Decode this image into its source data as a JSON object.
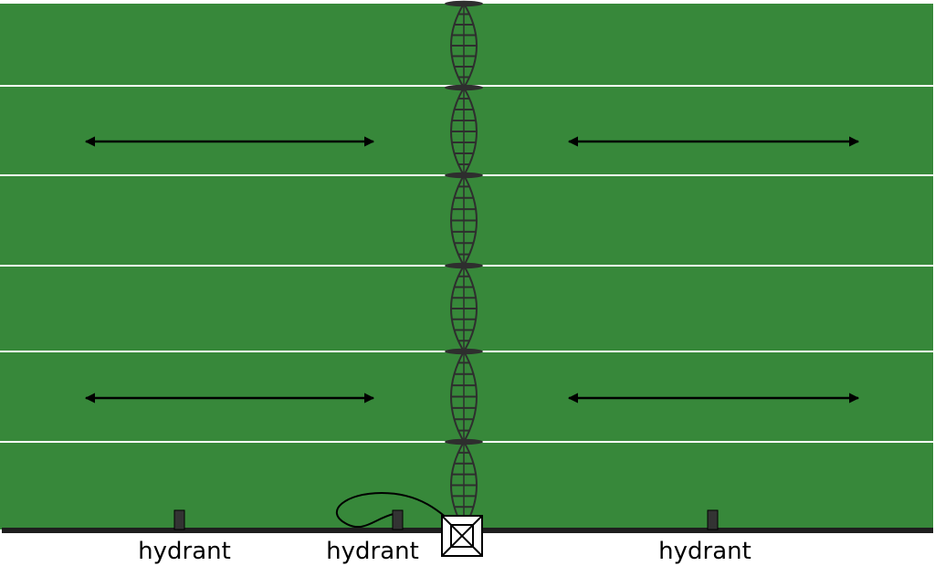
{
  "colors": {
    "field": "#37883a",
    "stripe": "#ffffff",
    "pipe": "#2e2e2e",
    "arrow": "#000000",
    "ground": "#1e1e1e"
  },
  "field": {
    "strips": 6
  },
  "labels": {
    "hydrant_left": "hydrant",
    "hydrant_center": "hydrant",
    "hydrant_right": "hydrant"
  },
  "icons": {
    "hydrant": "hydrant-post-icon",
    "valve_box": "valve-box-icon",
    "hose": "hose-loop-icon",
    "arrow": "double-headed-arrow-icon"
  }
}
